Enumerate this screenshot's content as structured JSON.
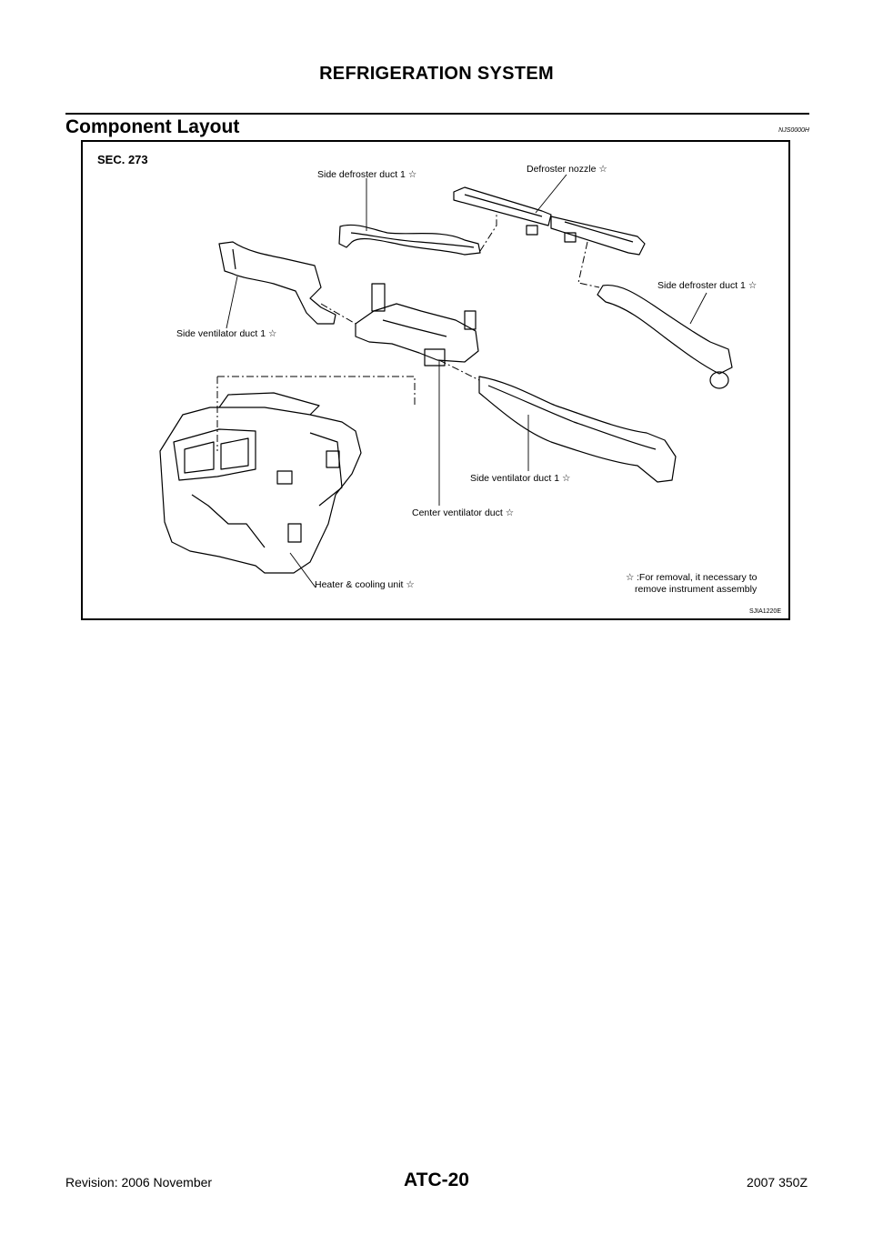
{
  "header": {
    "title": "REFRIGERATION SYSTEM"
  },
  "section": {
    "title": "Component Layout",
    "code": "NJS0000H"
  },
  "figure": {
    "sec": "SEC. 273",
    "id": "SJIA1220E",
    "star_symbol": "☆",
    "labels": {
      "side_defroster_duct_left": "Side defroster duct 1",
      "defroster_nozzle": "Defroster nozzle",
      "side_defroster_duct_right": "Side defroster duct 1",
      "side_ventilator_duct_left": "Side ventilator duct 1",
      "side_ventilator_duct_right": "Side ventilator duct 1",
      "center_ventilator_duct": "Center ventilator duct",
      "heater_cooling_unit": "Heater & cooling unit"
    },
    "note": {
      "line1": ":For removal, it necessary to",
      "line2": "remove instrument assembly"
    }
  },
  "footer": {
    "revision": "Revision: 2006 November",
    "page": "ATC-20",
    "model": "2007 350Z"
  }
}
